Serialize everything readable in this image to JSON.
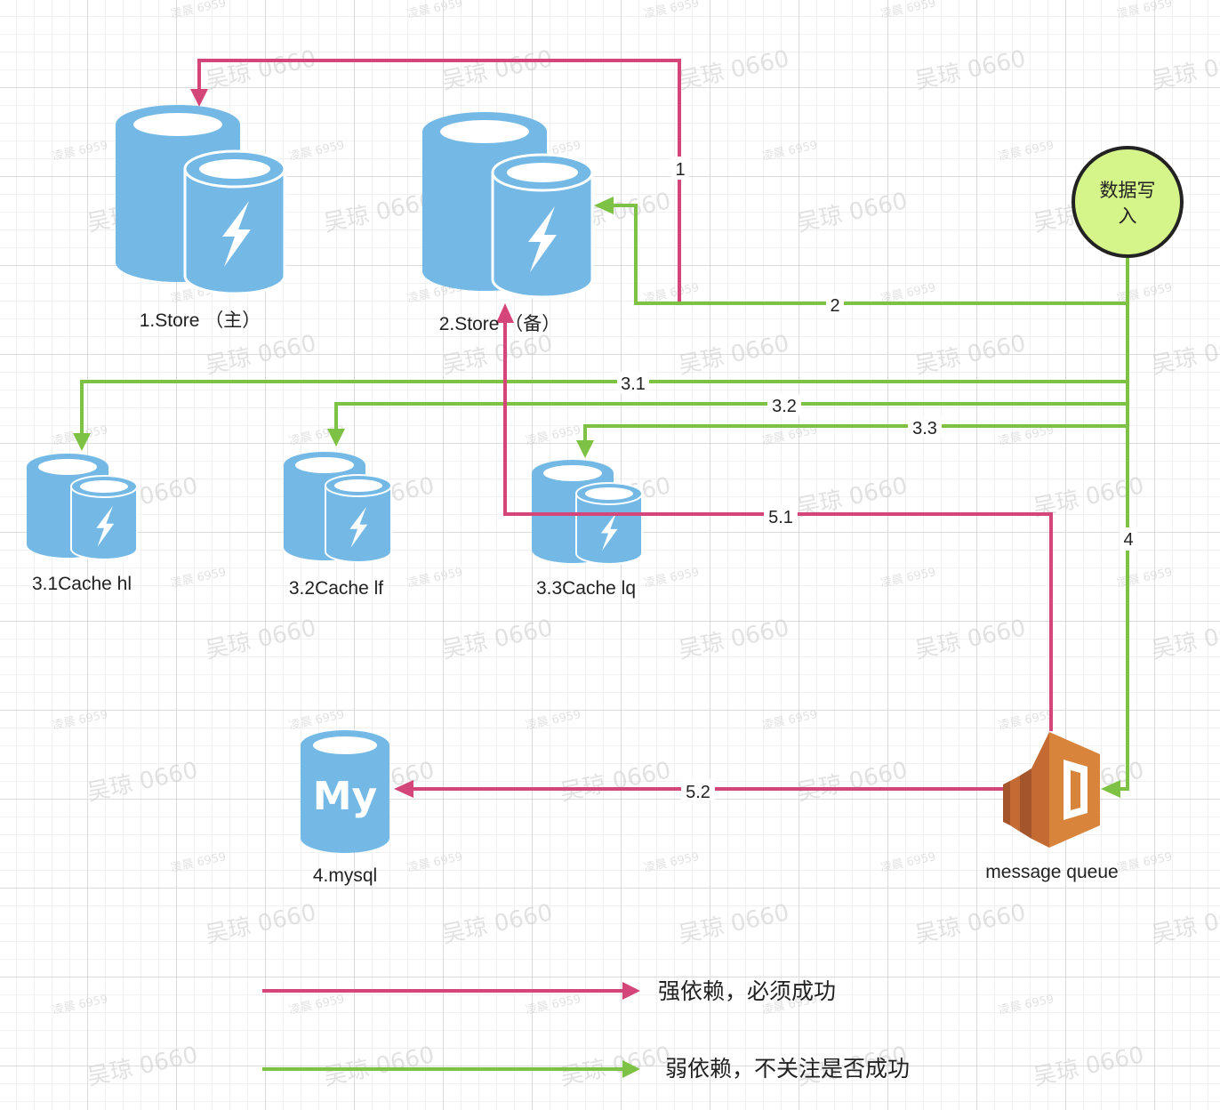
{
  "nodes": {
    "store_primary": "1.Store （主）",
    "store_backup": "2.Store （备）",
    "cache_hl": "3.1Cache hl",
    "cache_lf": "3.2Cache lf",
    "cache_lq": "3.3Cache lq",
    "mysql": "4.mysql",
    "mysql_logo": "My",
    "message_queue": "message queue",
    "data_write": "数据写入",
    "data_write_line1": "数据写",
    "data_write_line2": "入"
  },
  "edges": {
    "e1": "1",
    "e2": "2",
    "e3_1": "3.1",
    "e3_2": "3.2",
    "e3_3": "3.3",
    "e4": "4",
    "e5_1": "5.1",
    "e5_2": "5.2"
  },
  "legend": {
    "strong": "强依赖，必须成功",
    "weak": "弱依赖，不关注是否成功"
  },
  "watermarks": [
    "凌晨 6959",
    "吴琼 0660"
  ],
  "colors": {
    "strong_dependency": "#d4457a",
    "weak_dependency": "#7dc244",
    "cylinder_fill": "#74b9e6",
    "data_write_fill": "#d5f58a",
    "queue_fill": "#d9843b"
  }
}
